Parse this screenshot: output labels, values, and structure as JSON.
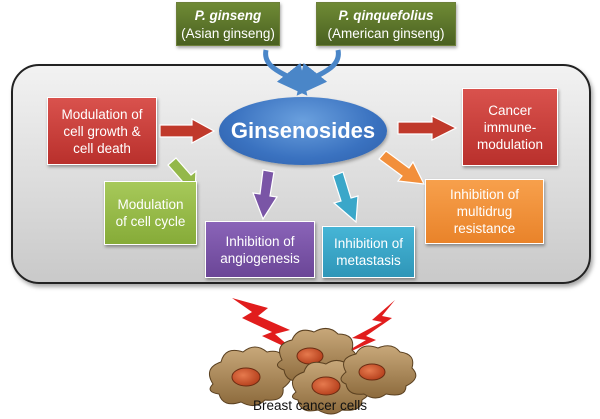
{
  "sources": [
    {
      "species": "P. ginseng",
      "common": "(Asian ginseng)"
    },
    {
      "species": "P. qinquefolius",
      "common": "(American ginseng)"
    }
  ],
  "center": {
    "label": "Ginsenosides"
  },
  "effects": {
    "growth": "Modulation of cell growth & cell death",
    "immune": "Cancer immune-modulation",
    "cycle": "Modulation of cell cycle",
    "angiogenesis": "Inhibition of angiogenesis",
    "metastasis": "Inhibition of metastasis",
    "multidrug": "Inhibition of multidrug resistance"
  },
  "target": {
    "label": "Breast cancer cells"
  },
  "colors": {
    "source_green": "#56702a",
    "center_blue": "#3a72c0",
    "red": "#c0392b",
    "green": "#94b84a",
    "purple": "#7a55a6",
    "cyan": "#3aa7c9",
    "orange": "#f28f3b"
  }
}
